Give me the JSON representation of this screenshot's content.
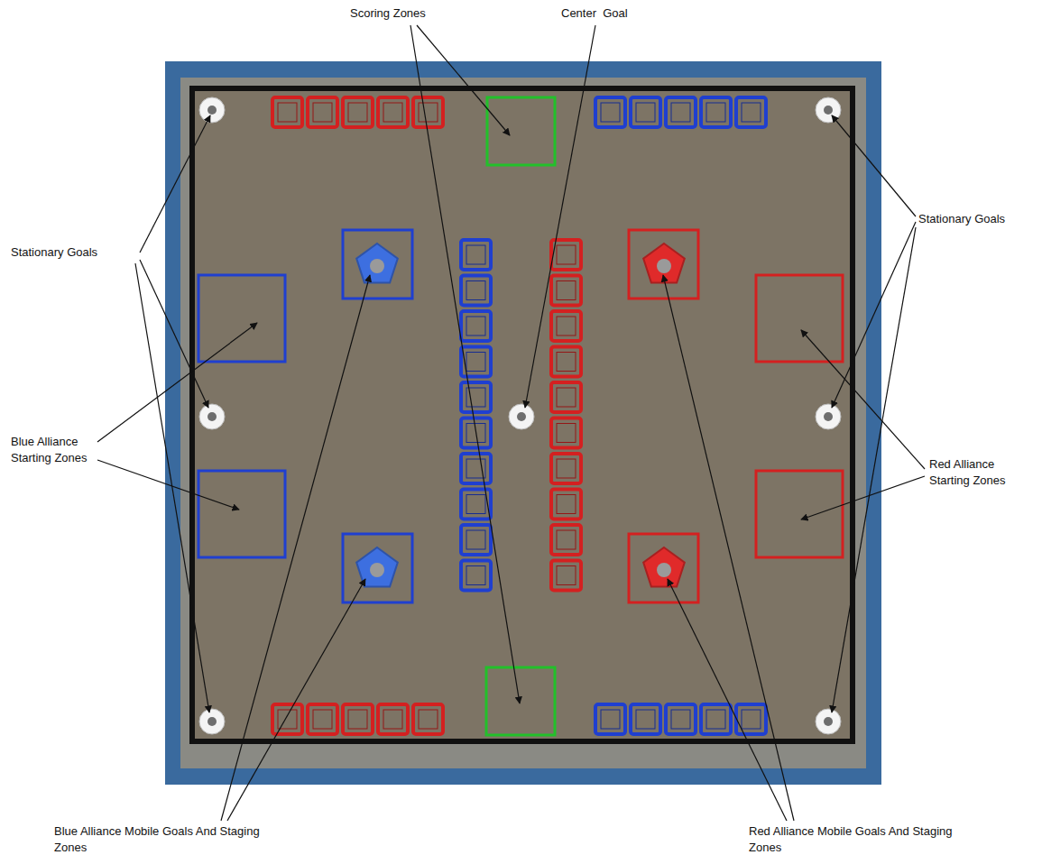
{
  "diagram": {
    "labels": [
      "Scoring Zones",
      "Center  Goal",
      "Stationary Goals",
      "Stationary Goals",
      "Blue Alliance Starting Zones",
      "Red Alliance Starting Zones",
      "Blue Alliance Mobile Goals And Staging Zones",
      "Red Alliance Mobile Goals And Staging Zones"
    ]
  }
}
